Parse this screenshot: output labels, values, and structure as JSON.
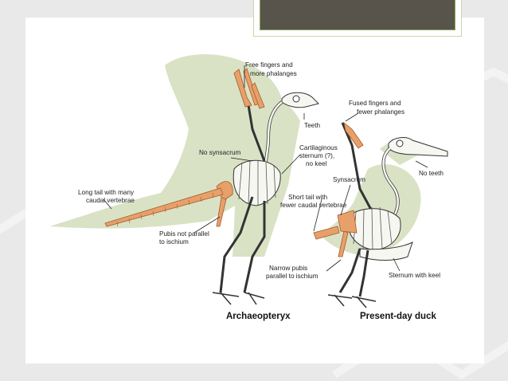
{
  "labels": {
    "free_fingers_1": "Free fingers and",
    "free_fingers_2": "more phalanges",
    "teeth": "Teeth",
    "no_synsacrum": "No synsacrum",
    "cart_1": "Cartilaginous",
    "cart_2": "sternum (?),",
    "cart_3": "no keel",
    "long_tail_1": "Long tail with many",
    "long_tail_2": "caudal vertebrae",
    "pubis_not_1": "Pubis not parallel",
    "pubis_not_2": "to ischium",
    "fused_1": "Fused fingers and",
    "fused_2": "fewer phalanges",
    "no_teeth": "No teeth",
    "synsacrum": "Synsacrum",
    "short_tail_1": "Short tail with",
    "short_tail_2": "fewer caudal vertebrae",
    "narrow_1": "Narrow pubis",
    "narrow_2": "parallel to ischium",
    "sternum_keel": "Sternum with keel"
  },
  "captions": {
    "archaeopteryx": "Archaeopteryx",
    "duck": "Present-day duck"
  },
  "colors": {
    "wing_green": "#d9e2c4",
    "bone": "#f7f7f2",
    "outline": "#333333",
    "highlight": "#e8a06a",
    "title_bar": "#58544c"
  }
}
